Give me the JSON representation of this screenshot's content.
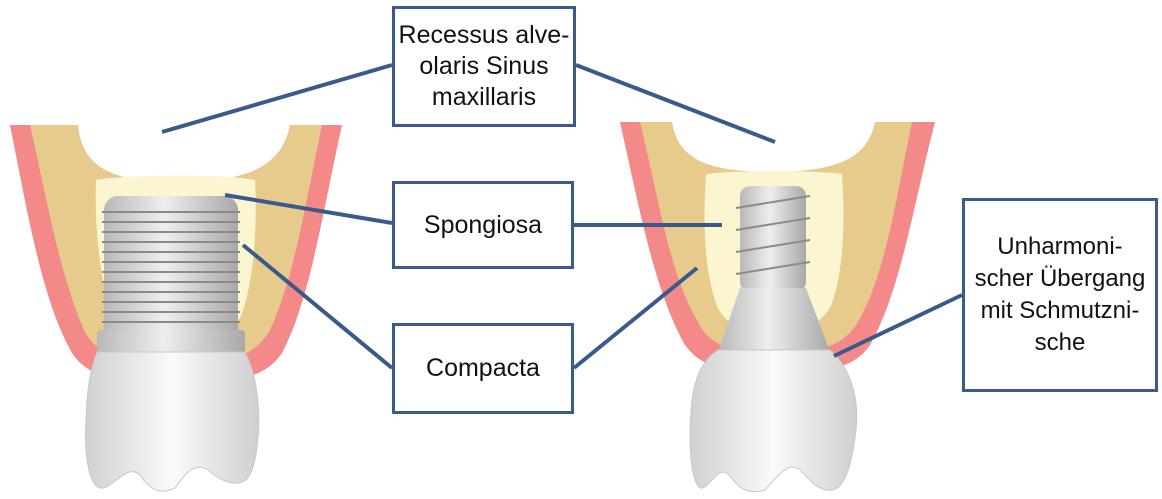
{
  "labels": {
    "recessus": "Recessus alve-\nolaris Sinus\nmaxillaris",
    "spongiosa": "Spongiosa",
    "compacta": "Compacta",
    "unharmonisch": "Unharmoni-\nscher Übergang\nmit Schmutzni-\nsche"
  },
  "colors": {
    "mucosa": "#f4898a",
    "compacta_bone": "#e6cb8c",
    "spongiosa_bone": "#fbf6d0",
    "implant": "#d9d9d9",
    "crown": "#eeeeee",
    "leader_line": "#3a5a8c"
  }
}
